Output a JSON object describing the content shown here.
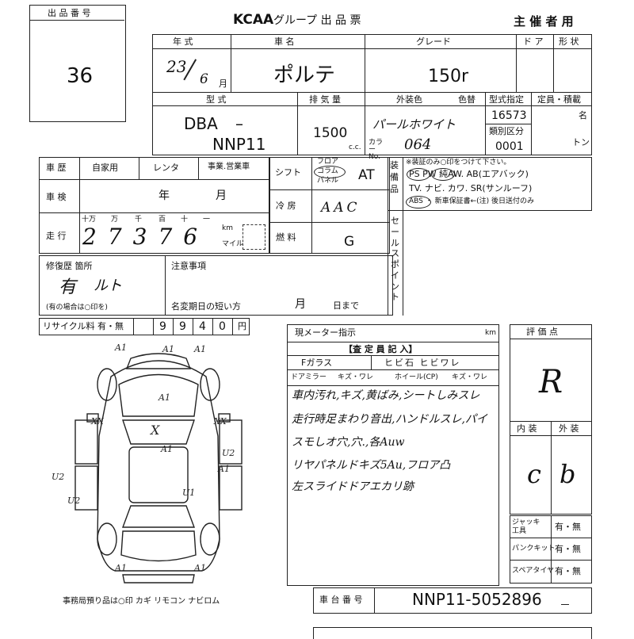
{
  "lot": {
    "label": "出 品 番 号",
    "number": "36"
  },
  "header": {
    "brand": "KCAA",
    "title": "グループ 出 品 票",
    "organizer": "主 催 者 用"
  },
  "row1": {
    "year_label": "年 式",
    "name_label": "車 名",
    "grade_label": "グレード",
    "door_label": "ド ア",
    "shape_label": "形 状",
    "year_value": "23",
    "month_value": "6",
    "month_unit": "月",
    "name_value": "ポルテ",
    "grade_value": "150r"
  },
  "row2": {
    "type_label": "型 式",
    "disp_label": "排 気 量",
    "color_label": "外装色",
    "color_change_label": "色替",
    "model_spec_label": "型式指定",
    "model_spec_value": "16573",
    "class_label": "類別区分",
    "class_value": "0001",
    "capacity_label": "定員・積載",
    "capacity_unit1": "名",
    "capacity_unit2": "トン",
    "type_value1": "DBA",
    "type_dash": "–",
    "type_value2": "NNP11",
    "disp_value": "1500",
    "disp_unit": "c.c.",
    "color_value": "パールホワイト",
    "color_no_label": "カラー No.",
    "color_no": "064"
  },
  "history": {
    "label": "車 歴",
    "private": "自家用",
    "rental": "レンタ",
    "business": "事業.営業車"
  },
  "inspection": {
    "label": "車 検",
    "year": "年",
    "month": "月"
  },
  "mileage": {
    "label": "走 行",
    "units": [
      "十万",
      "万",
      "千",
      "百",
      "十",
      "一"
    ],
    "value": "27376",
    "km": "km",
    "mile": "マイル"
  },
  "repair": {
    "label": "修復歴 箇所",
    "value": "有",
    "note": "ルト",
    "footnote": "(有の場合は○印を)"
  },
  "caution": {
    "label": "注意事項",
    "name_change": "名変期日の短い方",
    "month": "月",
    "day": "日まで"
  },
  "recycle": {
    "label": "リサイクル料 有・無",
    "digits": [
      "9",
      "9",
      "4",
      "0"
    ],
    "unit": "円"
  },
  "shift": {
    "label": "シフト",
    "sub1": "フロア",
    "sub2": "コラム",
    "sub3": "パネル",
    "value": "AT"
  },
  "ac": {
    "label": "冷 房",
    "value": "AAC"
  },
  "fuel": {
    "label": "燃 料",
    "value": "G"
  },
  "equipment": {
    "label": "装備品",
    "note": "※装証のみ○印をつけて下さい。",
    "line1": "PS PW 純AW. AB(エアバック)",
    "line2": "TV. ナビ. カワ. SR(サンルーフ)",
    "line3": "ABS ・ 新車保証書←(注) 後日送付のみ"
  },
  "sales_point": {
    "label": "セールスポイント"
  },
  "meter": {
    "label": "現メーター指示",
    "unit": "km"
  },
  "inspector": {
    "title": "【査 定 員 記 入】",
    "glass_label": "Fガラス",
    "glass_opts": "ヒビ石 ヒビワレ",
    "mirror_label": "ドアミラー",
    "mirror_opts": "キズ・ワレ",
    "wheel_label": "ホイール(CP)",
    "wheel_opts": "キズ・ワレ",
    "comments": [
      "車内汚れ,キズ,黄ばみ,シートしみスレ",
      "走行時足まわり音出,ハンドルスレ,パイ",
      "スモしオ穴,穴.,各Auw",
      "リヤパネルドキズ5Au,フロア凸",
      "左スライドドアエカリ跡"
    ]
  },
  "rating": {
    "label": "評 価 点",
    "value": "R",
    "interior_label": "内 装",
    "exterior_label": "外 装",
    "interior": "c",
    "exterior": "b"
  },
  "tools": {
    "jack": "ジャッキ工具",
    "jack_opt": "有・無",
    "puncture": "パンクキット",
    "puncture_opt": "有・無",
    "spare": "スペアタイヤ",
    "spare_opt": "有・無"
  },
  "chassis": {
    "label": "車 台 番 号",
    "value": "NNP11-5052896"
  },
  "office": {
    "note": "事務局預り品は○印  カギ リモコン ナビロム"
  },
  "diagram": {
    "marks": [
      "A1",
      "A1",
      "A1",
      "X",
      "A1",
      "A1",
      "A1",
      "A1",
      "U2",
      "U2",
      "U2",
      "XX",
      "XX",
      "A1",
      "U1"
    ]
  }
}
